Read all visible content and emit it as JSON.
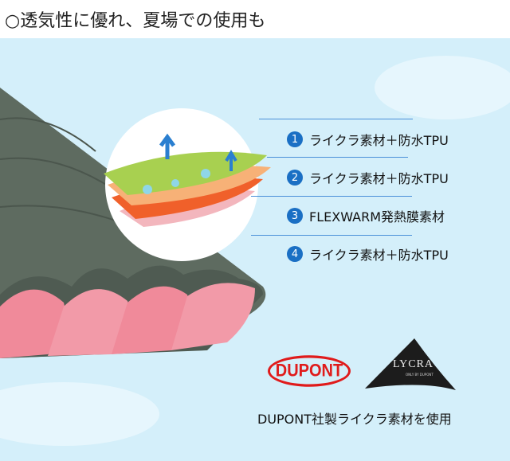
{
  "title": "○透気性に優れ、夏場での使用も",
  "layers": [
    {
      "num": "1",
      "label": "ライクラ素材＋防水TPU"
    },
    {
      "num": "2",
      "label": "ライクラ素材＋防水TPU"
    },
    {
      "num": "3",
      "label": "FLEXWARM発熱膜素材"
    },
    {
      "num": "4",
      "label": "ライクラ素材＋防水TPU"
    }
  ],
  "logos": {
    "dupont": "DUPONT",
    "lycra": "LYCRA",
    "lycra_sub": "ONLY BY DUPONT"
  },
  "caption": "DUPONT社製ライクラ素材を使用",
  "colors": {
    "accent": "#1a6fc4",
    "fabric_outer": "#5e6b60",
    "fabric_inner": "#f08a9a"
  }
}
